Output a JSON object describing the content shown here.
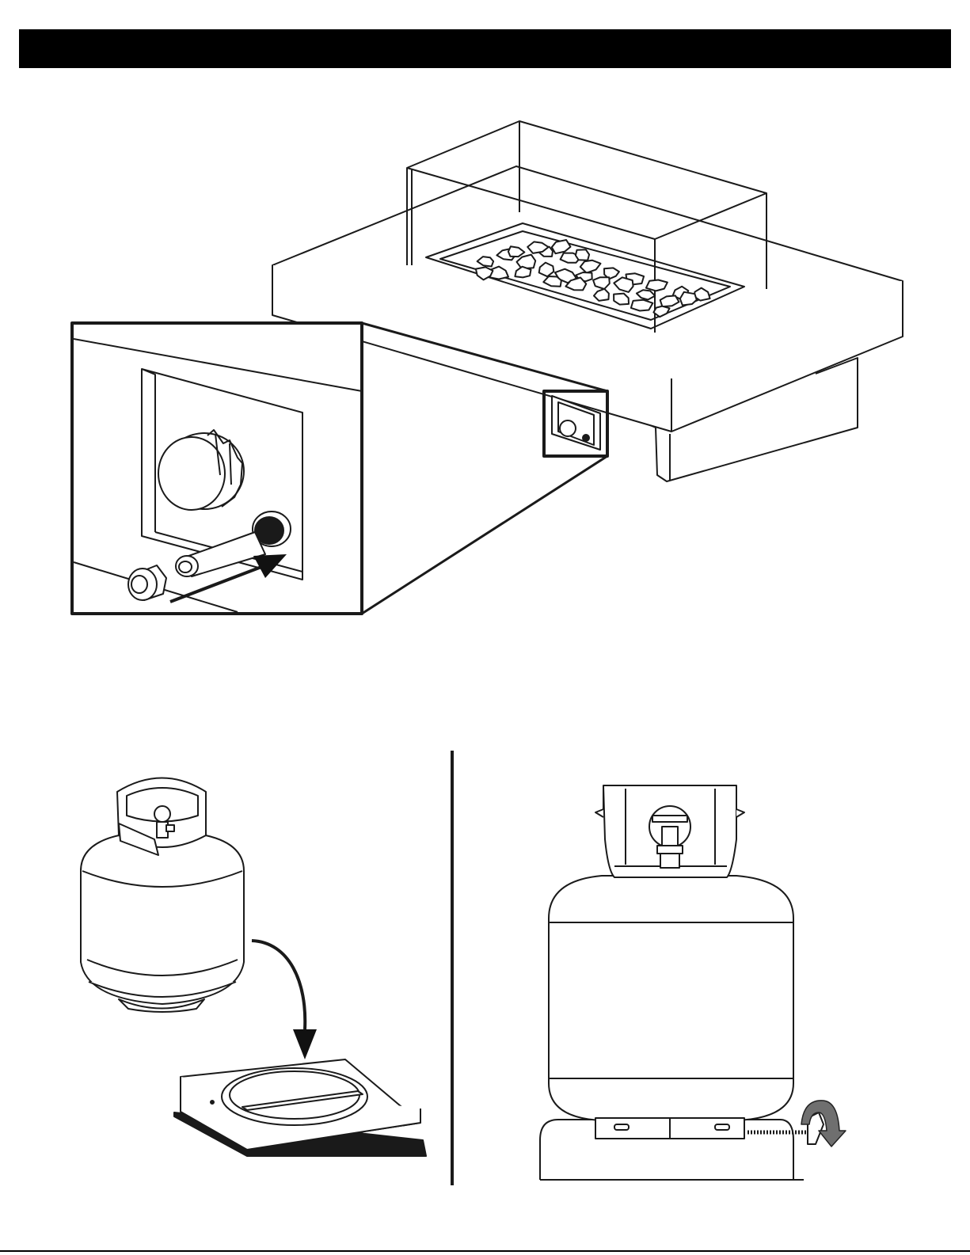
{
  "header": {
    "title": ""
  },
  "colors": {
    "header_bar": "#000000",
    "line": "#1a1a1a",
    "paper": "#ffffff",
    "lava_rock": "#ffffff",
    "arrow": "#111111",
    "rotate_arrow": "#6f6f6f",
    "rotate_arrow_edge": "#222222",
    "coupling_dark": "#1a1a1a"
  },
  "figures": [
    {
      "id": "fire-table-inlet-connection",
      "icons": [
        "fire-table-icon",
        "control-knob-icon",
        "igniter-button-icon",
        "gas-inlet-icon",
        "hose-fitting-icon",
        "insert-arrow-icon"
      ]
    },
    {
      "id": "tank-placement",
      "icons": [
        "propane-tank-icon",
        "tank-base-tray-icon",
        "drop-arrow-icon"
      ]
    },
    {
      "id": "tank-securing",
      "icons": [
        "propane-tank-front-icon",
        "tank-base-icon",
        "tighten-knob-icon",
        "rotate-arrow-icon"
      ]
    }
  ]
}
